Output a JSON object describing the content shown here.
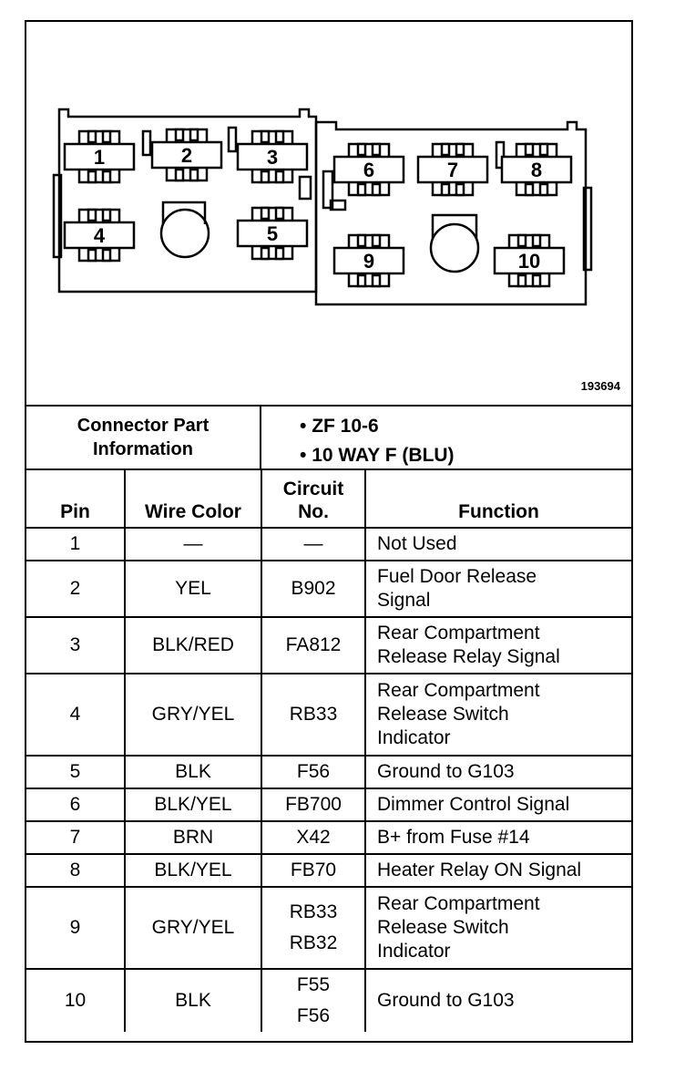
{
  "figure_id": "193694",
  "connector": {
    "header": "Connector Part Information",
    "items": [
      "ZF 10-6",
      "10 WAY F (BLU)"
    ]
  },
  "pin_labels": [
    "1",
    "2",
    "3",
    "4",
    "5",
    "6",
    "7",
    "8",
    "9",
    "10"
  ],
  "table": {
    "headers": [
      "Pin",
      "Wire Color",
      "Circuit No.",
      "Function"
    ],
    "rows": [
      {
        "pin": "1",
        "color": "—",
        "circuit": [
          "—"
        ],
        "function": [
          "Not Used"
        ]
      },
      {
        "pin": "2",
        "color": "YEL",
        "circuit": [
          "B902"
        ],
        "function": [
          "Fuel Door Release",
          "Signal"
        ]
      },
      {
        "pin": "3",
        "color": "BLK/RED",
        "circuit": [
          "FA812"
        ],
        "function": [
          "Rear Compartment",
          "Release Relay Signal"
        ]
      },
      {
        "pin": "4",
        "color": "GRY/YEL",
        "circuit": [
          "RB33"
        ],
        "function": [
          "Rear Compartment",
          "Release Switch",
          "Indicator"
        ]
      },
      {
        "pin": "5",
        "color": "BLK",
        "circuit": [
          "F56"
        ],
        "function": [
          "Ground to G103"
        ]
      },
      {
        "pin": "6",
        "color": "BLK/YEL",
        "circuit": [
          "FB700"
        ],
        "function": [
          "Dimmer Control Signal"
        ]
      },
      {
        "pin": "7",
        "color": "BRN",
        "circuit": [
          "X42"
        ],
        "function": [
          "B+ from Fuse #14"
        ]
      },
      {
        "pin": "8",
        "color": "BLK/YEL",
        "circuit": [
          "FB70"
        ],
        "function": [
          "Heater Relay ON Signal"
        ]
      },
      {
        "pin": "9",
        "color": "GRY/YEL",
        "circuit": [
          "RB33",
          "RB32"
        ],
        "function": [
          "Rear Compartment",
          "Release Switch",
          "Indicator"
        ]
      },
      {
        "pin": "10",
        "color": "BLK",
        "circuit": [
          "F55",
          "F56"
        ],
        "function": [
          "Ground to G103"
        ]
      }
    ]
  }
}
